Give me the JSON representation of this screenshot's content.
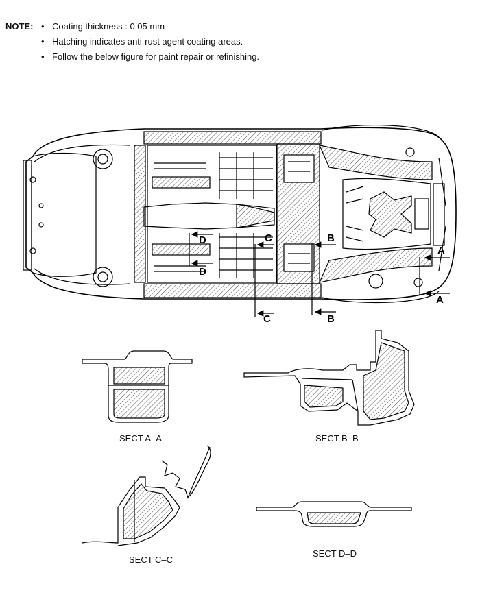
{
  "note": {
    "label": "NOTE:",
    "items": [
      "Coating thickness : 0.05 mm",
      "Hatching indicates anti-rust agent coating areas.",
      "Follow the below figure for paint repair or refinishing."
    ]
  },
  "markers": {
    "a": "A",
    "b": "B",
    "c": "C",
    "d": "D"
  },
  "sections": {
    "aa": "SECT A–A",
    "bb": "SECT B–B",
    "cc": "SECT C–C",
    "dd": "SECT D–D"
  }
}
